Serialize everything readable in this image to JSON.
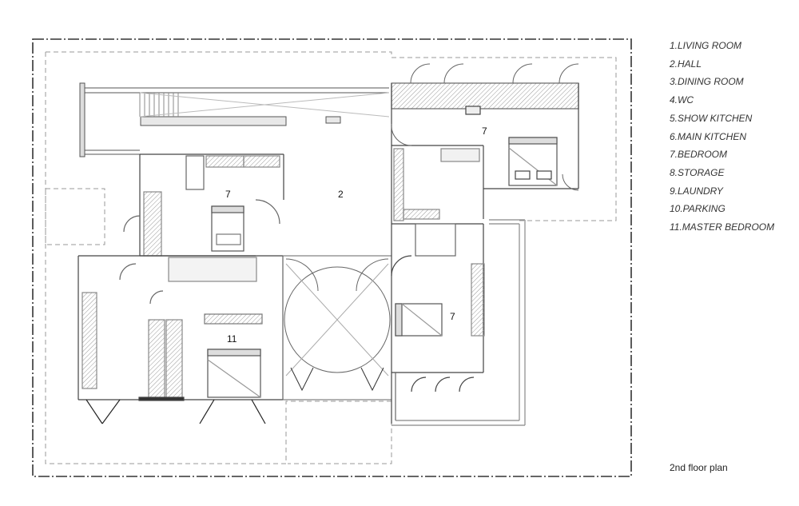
{
  "legend": {
    "items": [
      "1.LIVING ROOM",
      "2.HALL",
      "3.DINING ROOM",
      "4.WC",
      "5.SHOW KITCHEN",
      "6.MAIN KITCHEN",
      "7.BEDROOM",
      "8.STORAGE",
      "9.LAUNDRY",
      "10.PARKING",
      "11.MASTER BEDROOM"
    ]
  },
  "plan": {
    "caption": "2nd floor plan",
    "room_labels": {
      "hall": "2",
      "bedroom_left": "7",
      "bedroom_upper_right": "7",
      "bedroom_lower_right": "7",
      "master_bedroom": "11"
    }
  }
}
